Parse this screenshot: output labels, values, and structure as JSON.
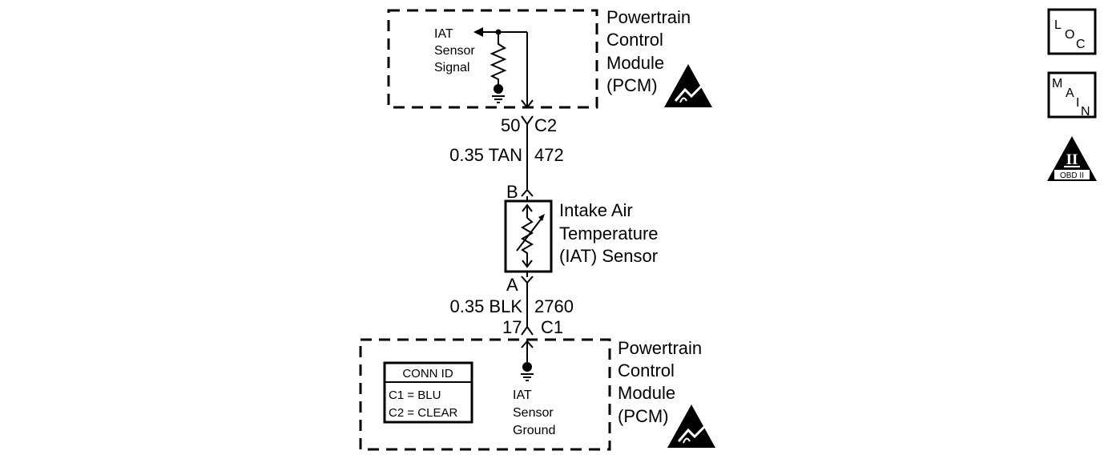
{
  "pcm_top": {
    "name_lines": [
      "Powertrain",
      "Control",
      "Module",
      "(PCM)"
    ],
    "signal_label_lines": [
      "IAT",
      "Sensor",
      "Signal"
    ]
  },
  "connector_top": {
    "pin": "50",
    "connector": "C2"
  },
  "wire_top": {
    "gauge_color": "0.35 TAN",
    "circuit": "472"
  },
  "sensor": {
    "terminal_b": "B",
    "terminal_a": "A",
    "name_lines": [
      "Intake Air",
      "Temperature",
      "(IAT) Sensor"
    ]
  },
  "wire_bottom": {
    "gauge_color": "0.35 BLK",
    "circuit": "2760"
  },
  "connector_bottom": {
    "pin": "17",
    "connector": "C1"
  },
  "pcm_bottom": {
    "name_lines": [
      "Powertrain",
      "Control",
      "Module",
      "(PCM)"
    ],
    "ground_label_lines": [
      "IAT",
      "Sensor",
      "Ground"
    ]
  },
  "conn_id": {
    "title": "CONN ID",
    "rows": [
      "C1 = BLU",
      "C2 = CLEAR"
    ]
  },
  "icons": {
    "loc": [
      "L",
      "O",
      "C"
    ],
    "main": [
      "M",
      "A",
      "I",
      "N"
    ],
    "obd": {
      "numeral": "II",
      "label": "OBD II"
    }
  },
  "colors": {
    "ink": "#000000",
    "background": "#ffffff"
  }
}
